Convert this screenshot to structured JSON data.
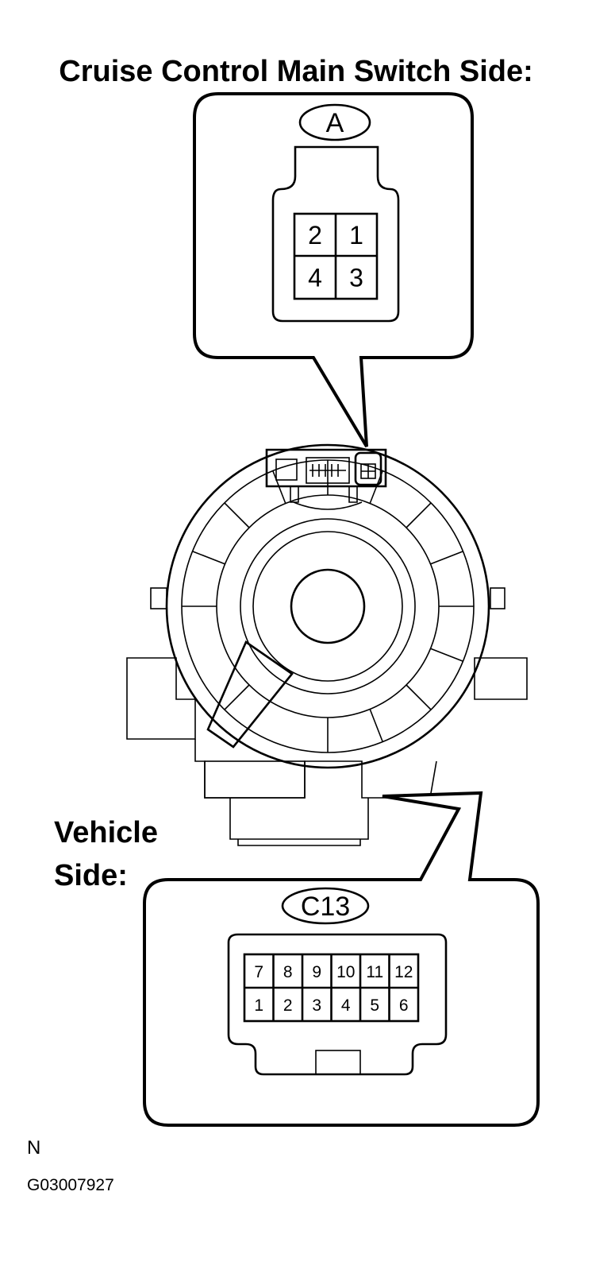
{
  "title": "Cruise Control Main Switch Side:",
  "vehicle_side_label": {
    "line1": "Vehicle",
    "line2": "Side:"
  },
  "connector_a": {
    "label": "A",
    "pins": [
      [
        "2",
        "1"
      ],
      [
        "4",
        "3"
      ]
    ]
  },
  "connector_c13": {
    "label": "C13",
    "pins": [
      [
        "7",
        "8",
        "9",
        "10",
        "11",
        "12"
      ],
      [
        "1",
        "2",
        "3",
        "4",
        "5",
        "6"
      ]
    ]
  },
  "footer": {
    "mark": "N",
    "code": "G03007927"
  }
}
